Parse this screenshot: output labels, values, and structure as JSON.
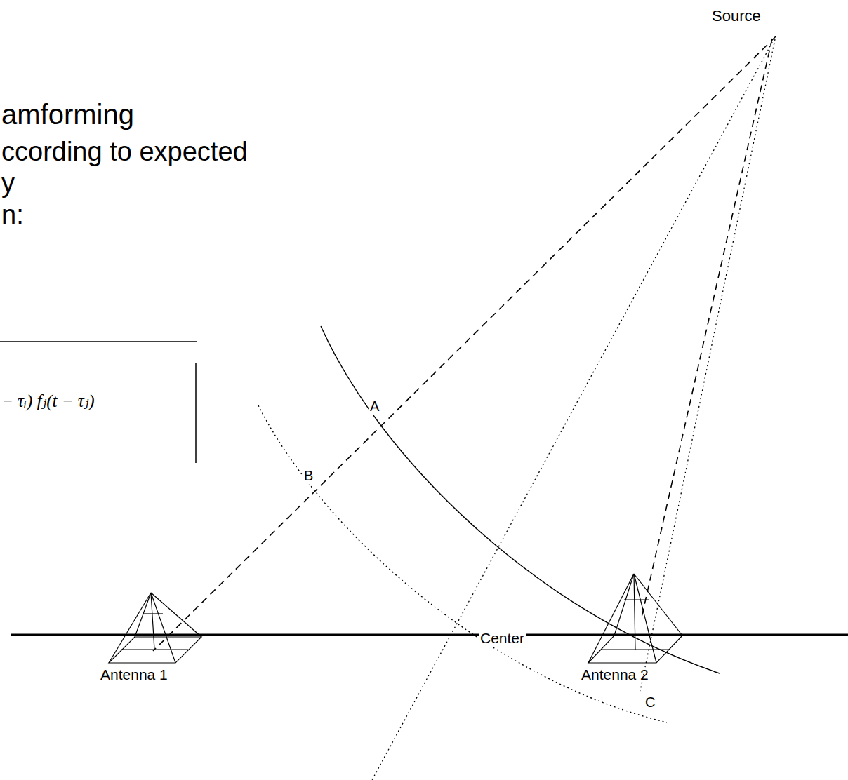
{
  "diagram": {
    "title": "amforming",
    "labels": [
      "ccording to expected",
      "y",
      "n:",
      "− τᵢ) fⱼ(t − τⱼ)",
      "Source",
      "A",
      "B",
      "C",
      "Center",
      "Antenna 1",
      "Antenna 2"
    ]
  }
}
